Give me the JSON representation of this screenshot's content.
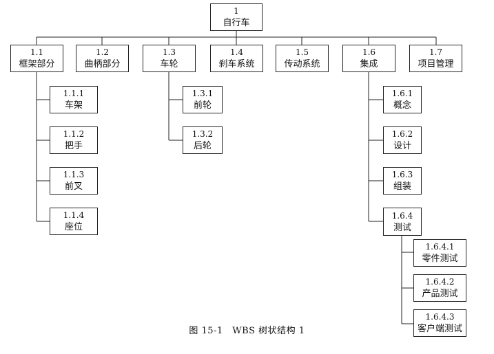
{
  "caption": "图 15-1　WBS 树状结构 1",
  "root": {
    "code": "1",
    "label": "自行车"
  },
  "level1": [
    {
      "code": "1.1",
      "label": "框架部分"
    },
    {
      "code": "1.2",
      "label": "曲柄部分"
    },
    {
      "code": "1.3",
      "label": "车轮"
    },
    {
      "code": "1.4",
      "label": "刹车系统"
    },
    {
      "code": "1.5",
      "label": "传动系统"
    },
    {
      "code": "1.6",
      "label": "集成"
    },
    {
      "code": "1.7",
      "label": "项目管理"
    }
  ],
  "frame_children": [
    {
      "code": "1.1.1",
      "label": "车架"
    },
    {
      "code": "1.1.2",
      "label": "把手"
    },
    {
      "code": "1.1.3",
      "label": "前叉"
    },
    {
      "code": "1.1.4",
      "label": "座位"
    }
  ],
  "wheel_children": [
    {
      "code": "1.3.1",
      "label": "前轮"
    },
    {
      "code": "1.3.2",
      "label": "后轮"
    }
  ],
  "integration_children": [
    {
      "code": "1.6.1",
      "label": "概念"
    },
    {
      "code": "1.6.2",
      "label": "设计"
    },
    {
      "code": "1.6.3",
      "label": "组装"
    },
    {
      "code": "1.6.4",
      "label": "测试"
    }
  ],
  "test_children": [
    {
      "code": "1.6.4.1",
      "label": "零件测试"
    },
    {
      "code": "1.6.4.2",
      "label": "产品测试"
    },
    {
      "code": "1.6.4.3",
      "label": "客户端测试"
    }
  ]
}
